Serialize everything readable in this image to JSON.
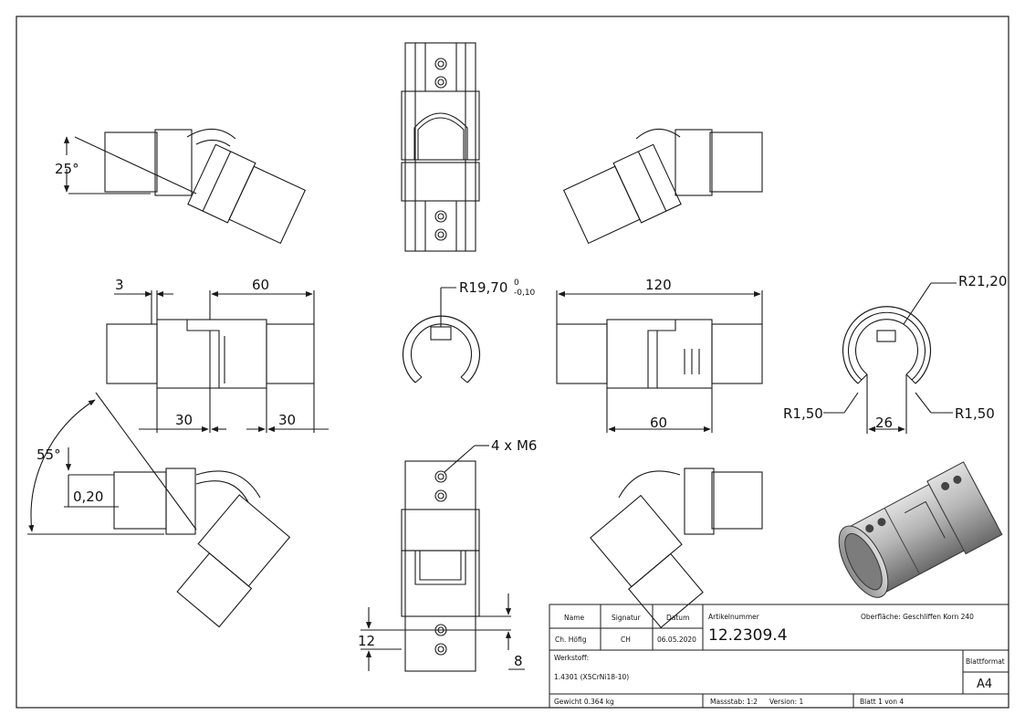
{
  "drawing": {
    "dimensions": {
      "angle_top": "25°",
      "angle_bottom": "55°",
      "offset_020": "0,20",
      "dim_3": "3",
      "dim_60_top": "60",
      "dim_30_left": "30",
      "dim_30_right": "30",
      "radius_inner_main": "R19,70",
      "radius_inner_tol_upper": "0",
      "radius_inner_tol_lower": "-0,10",
      "dim_120": "120",
      "dim_60_bottom": "60",
      "radius_outer": "R21,20",
      "radius_edge_left": "R1,50",
      "radius_edge_right": "R1,50",
      "slot_width": "26",
      "thread_callout": "4 x M6",
      "dim_12": "12",
      "dim_8": "8"
    }
  },
  "title_block": {
    "headers": {
      "name": "Name",
      "signatur": "Signatur",
      "datum": "Datum"
    },
    "values": {
      "name": "Ch. Höfig",
      "signatur": "CH",
      "datum": "06.05.2020"
    },
    "artikel_label": "Artikelnummer",
    "artikel_number": "12.2309.4",
    "oberflaeche": "Oberfläche:  Geschliffen Korn 240",
    "werkstoff_label": "Werkstoff:",
    "werkstoff_value": "1.4301 (X5CrNi18-10)",
    "blattformat_label": "Blattformat",
    "blattformat_value": "A4",
    "gewicht": "Gewicht 0.364 kg",
    "massstab": "Massstab: 1:2",
    "version": "Version: 1",
    "blatt": "Blatt 1 von 4"
  },
  "colors": {
    "line": "#1a1a1a",
    "steel_light": "#d4d4d4",
    "steel_mid": "#9a9a9a",
    "steel_dark": "#5e5e5e"
  }
}
